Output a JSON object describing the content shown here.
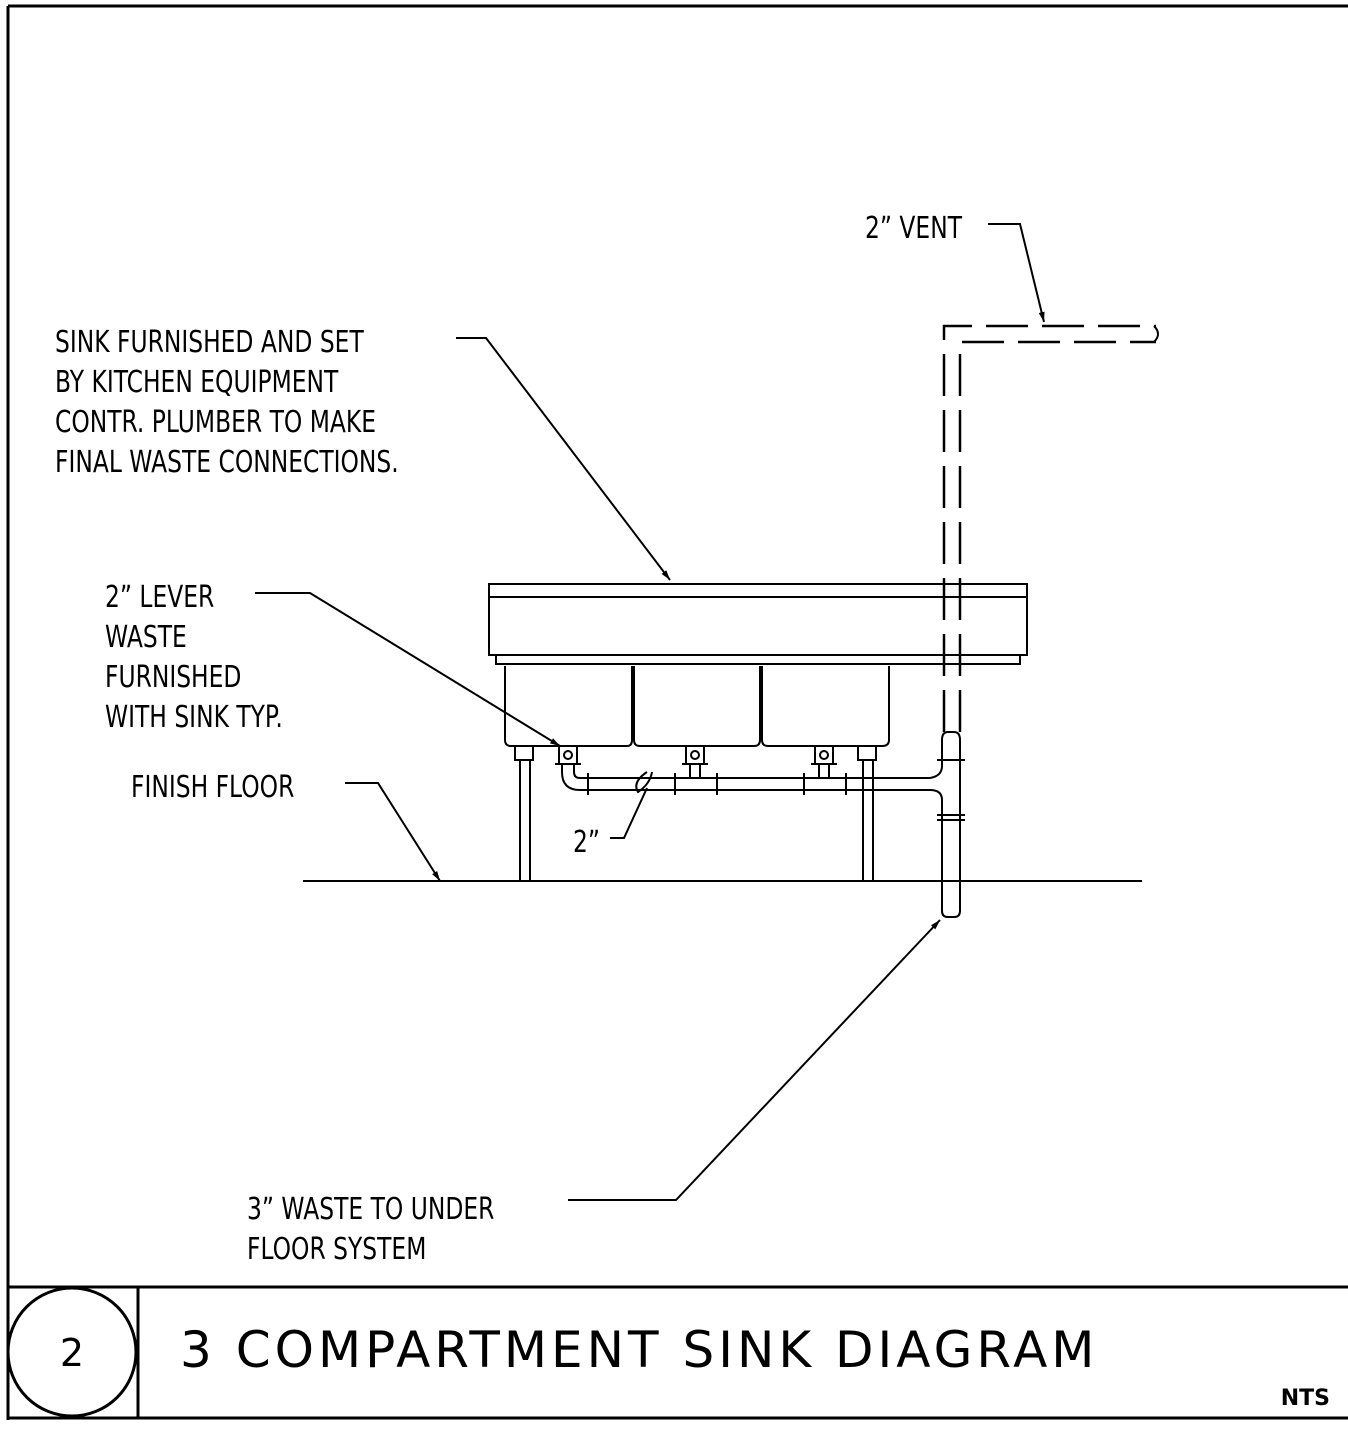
{
  "title_block": {
    "detail_number": "2",
    "title": "3 COMPARTMENT SINK DIAGRAM",
    "scale_note": "NTS"
  },
  "callouts": {
    "vent": "2” VENT",
    "sink_note": [
      "SINK FURNISHED AND SET",
      "BY KITCHEN EQUIPMENT",
      "CONTR. PLUMBER TO MAKE",
      "FINAL WASTE CONNECTIONS."
    ],
    "lever_waste": [
      "2” LEVER",
      "WASTE",
      "FURNISHED",
      "WITH SINK TYP."
    ],
    "finish_floor": "FINISH FLOOR",
    "pipe_size": "2”",
    "waste_note": [
      "3” WASTE TO UNDER",
      "FLOOR SYSTEM"
    ]
  }
}
